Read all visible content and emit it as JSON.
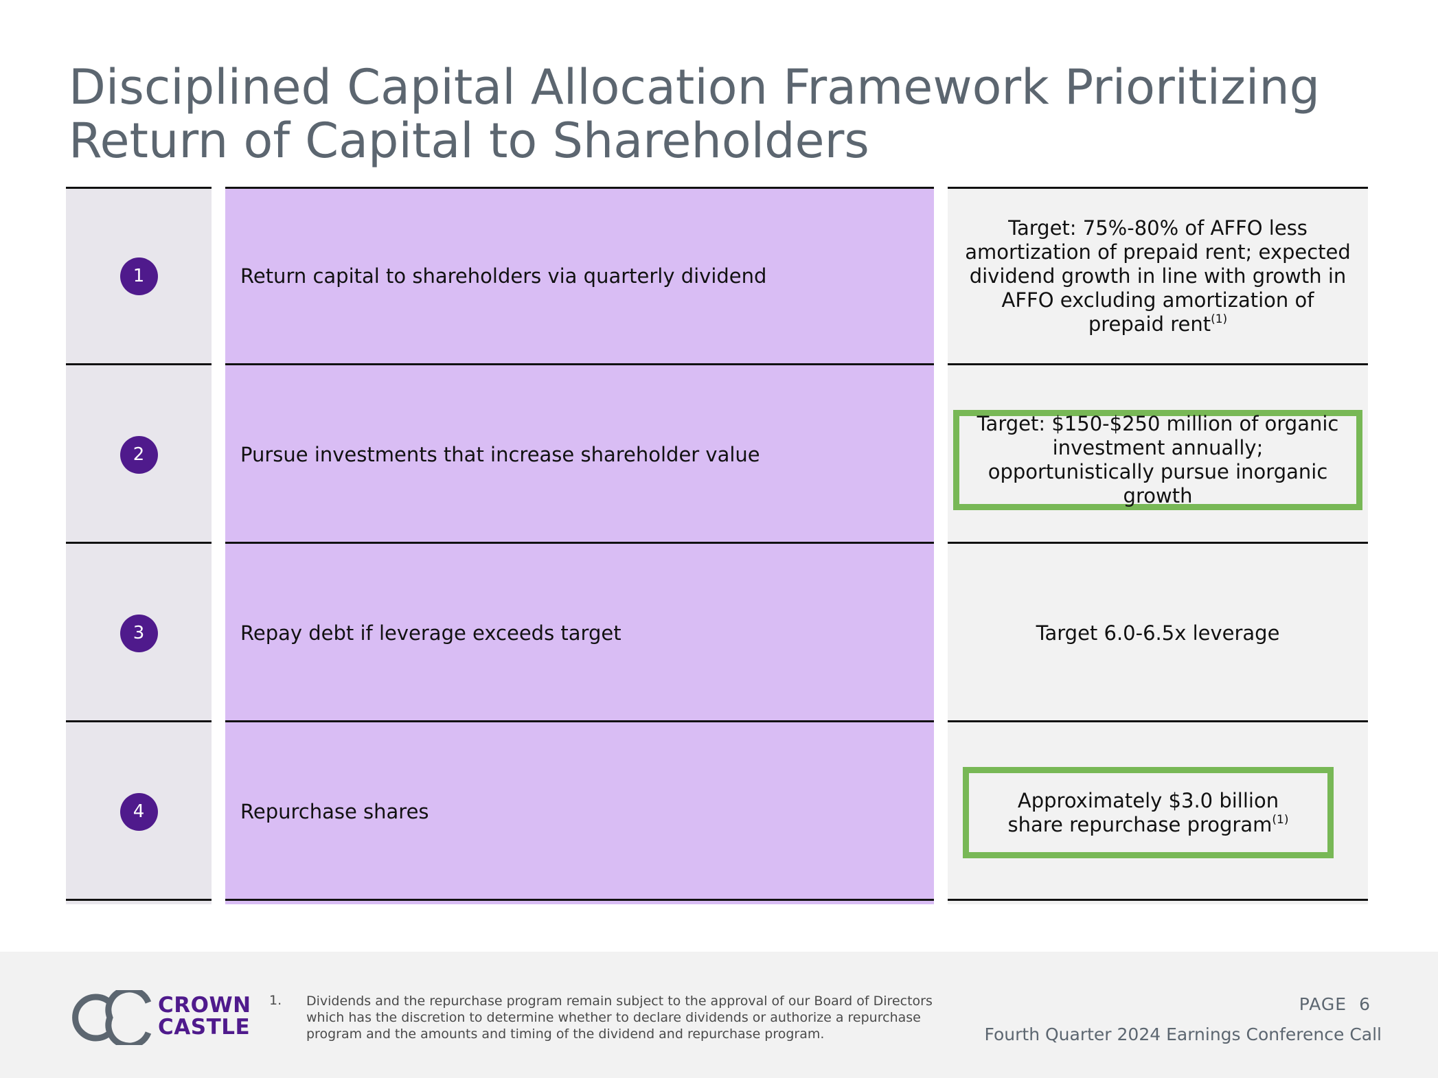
{
  "title": {
    "line1": "Disciplined Capital Allocation Framework Prioritizing",
    "line2": "Return of Capital to Shareholders"
  },
  "rows": [
    {
      "number": "1",
      "priority": "Return capital to shareholders via quarterly dividend",
      "note": "Target: 75%-80% of AFFO less amortization of prepaid rent; expected dividend growth in line with growth in AFFO excluding amortization of prepaid rent",
      "note_footnote": "(1)",
      "highlighted": false
    },
    {
      "number": "2",
      "priority": "Pursue investments that increase shareholder value",
      "note": "Target: $150-$250 million of organic investment annually; opportunistically pursue inorganic growth",
      "note_footnote": "",
      "highlighted": true
    },
    {
      "number": "3",
      "priority": "Repay debt if leverage exceeds target",
      "note": "Target 6.0-6.5x leverage",
      "note_footnote": "",
      "highlighted": false
    },
    {
      "number": "4",
      "priority": "Repurchase shares",
      "note": "Approximately $3.0 billion share repurchase program",
      "note_footnote": "(1)",
      "highlighted": true
    }
  ],
  "colors": {
    "accent_purple": "#4f1a8c",
    "priority_fill": "#d9bdf4",
    "highlight_green": "#78b856",
    "title_gray": "#5c6670"
  },
  "footer": {
    "logo": {
      "line1": "CROWN",
      "line2": "CASTLE",
      "icon": "crown-castle-logo-icon"
    },
    "footnote_number": "1.",
    "footnote_text": "Dividends and the repurchase program remain subject to the approval of our Board of Directors which has the discretion to determine whether to declare dividends or authorize a repurchase program and the amounts and timing of the dividend and repurchase program.",
    "page_label": "PAGE",
    "page_number": "6",
    "event": "Fourth Quarter 2024 Earnings Conference Call"
  }
}
